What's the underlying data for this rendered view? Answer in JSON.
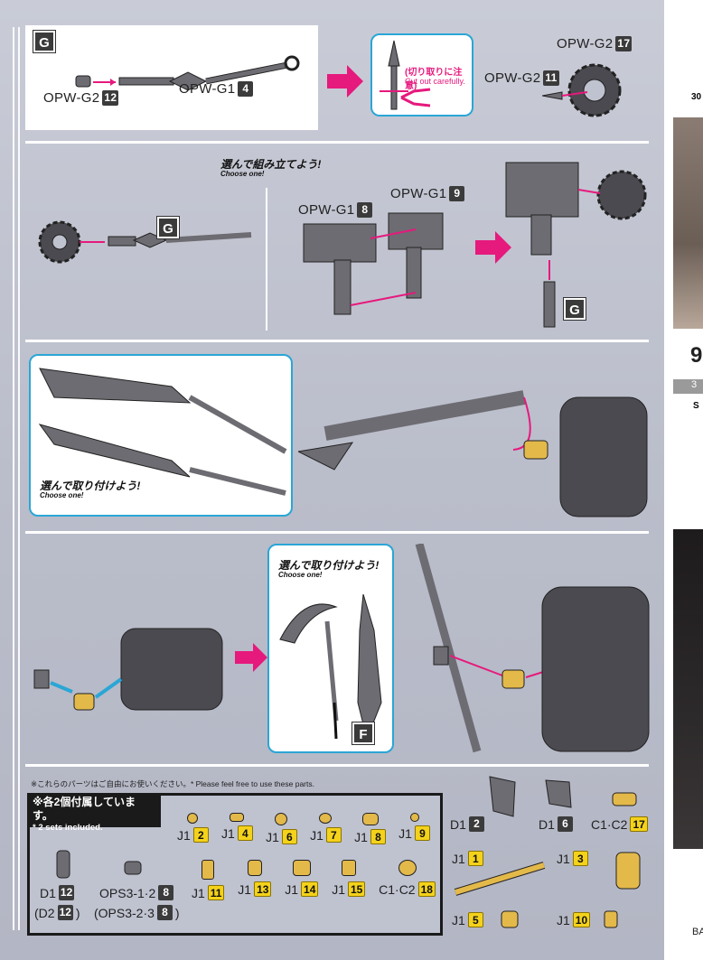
{
  "step": {
    "badge": "G"
  },
  "labels": {
    "opw_g2": "OPW-G2",
    "opw_g1": "OPW-G1",
    "n12": "12",
    "n4": "4",
    "n17": "17",
    "n11": "11",
    "n8": "8",
    "n9": "9"
  },
  "callout_cut": {
    "jp": "(切り取りに注意)",
    "en": "Cut out carefully."
  },
  "choose_assemble": {
    "jp": "選んで組み立てよう!",
    "en": "Choose one!"
  },
  "choose_attach": {
    "jp": "選んで取り付けよう!",
    "en": "Choose one!"
  },
  "choose_attach2": {
    "jp": "選んで取り付けよう!",
    "en": "Choose one!"
  },
  "badge_f": "F",
  "badge_g2": "G",
  "badge_g3": "G",
  "free_parts_note": "※これらのパーツはご自由にお使いください。* Please feel free to use these parts.",
  "sets_note": {
    "jp": "※各2個付属しています。",
    "en": "* 2 sets included."
  },
  "bottom_parts": [
    {
      "code": "J1",
      "num": "2"
    },
    {
      "code": "J1",
      "num": "4"
    },
    {
      "code": "J1",
      "num": "6"
    },
    {
      "code": "J1",
      "num": "7"
    },
    {
      "code": "J1",
      "num": "8"
    },
    {
      "code": "J1",
      "num": "9"
    }
  ],
  "bottom_parts2": [
    {
      "code": "J1",
      "num": "11"
    },
    {
      "code": "J1",
      "num": "13"
    },
    {
      "code": "J1",
      "num": "14"
    },
    {
      "code": "J1",
      "num": "15"
    },
    {
      "code": "C1·C2",
      "num": "18"
    }
  ],
  "d1_12": {
    "code": "D1",
    "num": "12",
    "alt_code": "(D2",
    "alt_num": "12",
    "close": ")"
  },
  "ops": {
    "code": "OPS3-1·2",
    "num": "8",
    "alt_code": "(OPS3-2·3",
    "alt_num": "8",
    "close": ")"
  },
  "right_parts": [
    {
      "code": "D1",
      "num": "2"
    },
    {
      "code": "D1",
      "num": "6"
    },
    {
      "code": "C1·C2",
      "num": "17"
    },
    {
      "code": "J1",
      "num": "1"
    },
    {
      "code": "J1",
      "num": "3"
    },
    {
      "code": "J1",
      "num": "5"
    },
    {
      "code": "J1",
      "num": "10"
    }
  ],
  "right_strip": {
    "top_text": "30",
    "mid1": "9",
    "mid2": "3",
    "mid3": "S",
    "bottom": "BA"
  },
  "colors": {
    "accent": "#e6197d",
    "callout": "#2aa6d6",
    "part_gold": "#e3b94a",
    "part_grey": "#6d6c72"
  }
}
